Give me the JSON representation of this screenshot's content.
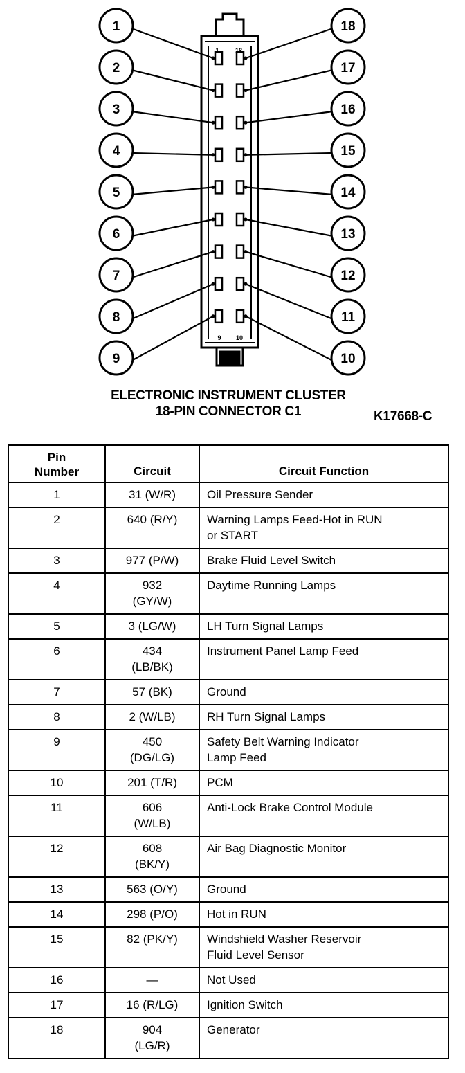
{
  "diagram": {
    "left_callouts": [
      "1",
      "2",
      "3",
      "4",
      "5",
      "6",
      "7",
      "8",
      "9"
    ],
    "right_callouts": [
      "18",
      "17",
      "16",
      "15",
      "14",
      "13",
      "12",
      "11",
      "10"
    ],
    "connector_pin_labels": {
      "top_left": "1",
      "top_right": "18",
      "bottom_left": "9",
      "bottom_right": "10"
    }
  },
  "caption": {
    "line1": "ELECTRONIC INSTRUMENT CLUSTER",
    "line2": "18-PIN CONNECTOR C1",
    "figure_id": "K17668-C"
  },
  "table": {
    "headers": {
      "pin": "Pin\nNumber",
      "circuit": "Circuit",
      "function": "Circuit Function"
    },
    "rows": [
      {
        "pin": "1",
        "circuit": "31 (W/R)",
        "function": "Oil Pressure Sender"
      },
      {
        "pin": "2",
        "circuit": "640 (R/Y)",
        "function": "Warning Lamps Feed-Hot in RUN\nor START"
      },
      {
        "pin": "3",
        "circuit": "977 (P/W)",
        "function": "Brake Fluid Level Switch"
      },
      {
        "pin": "4",
        "circuit": "932\n(GY/W)",
        "function": "Daytime Running Lamps"
      },
      {
        "pin": "5",
        "circuit": "3 (LG/W)",
        "function": "LH Turn Signal Lamps"
      },
      {
        "pin": "6",
        "circuit": "434\n(LB/BK)",
        "function": "Instrument Panel Lamp Feed"
      },
      {
        "pin": "7",
        "circuit": "57 (BK)",
        "function": "Ground"
      },
      {
        "pin": "8",
        "circuit": "2 (W/LB)",
        "function": "RH Turn Signal Lamps"
      },
      {
        "pin": "9",
        "circuit": "450\n(DG/LG)",
        "function": "Safety Belt Warning Indicator\nLamp Feed"
      },
      {
        "pin": "10",
        "circuit": "201 (T/R)",
        "function": "PCM"
      },
      {
        "pin": "11",
        "circuit": "606\n(W/LB)",
        "function": "Anti-Lock Brake Control Module"
      },
      {
        "pin": "12",
        "circuit": "608\n(BK/Y)",
        "function": "Air Bag Diagnostic Monitor"
      },
      {
        "pin": "13",
        "circuit": "563 (O/Y)",
        "function": "Ground"
      },
      {
        "pin": "14",
        "circuit": "298 (P/O)",
        "function": "Hot in RUN"
      },
      {
        "pin": "15",
        "circuit": "82 (PK/Y)",
        "function": "Windshield Washer Reservoir\nFluid Level Sensor"
      },
      {
        "pin": "16",
        "circuit": "—",
        "function": "Not Used"
      },
      {
        "pin": "17",
        "circuit": "16 (R/LG)",
        "function": "Ignition Switch"
      },
      {
        "pin": "18",
        "circuit": "904\n(LG/R)",
        "function": "Generator"
      }
    ]
  }
}
